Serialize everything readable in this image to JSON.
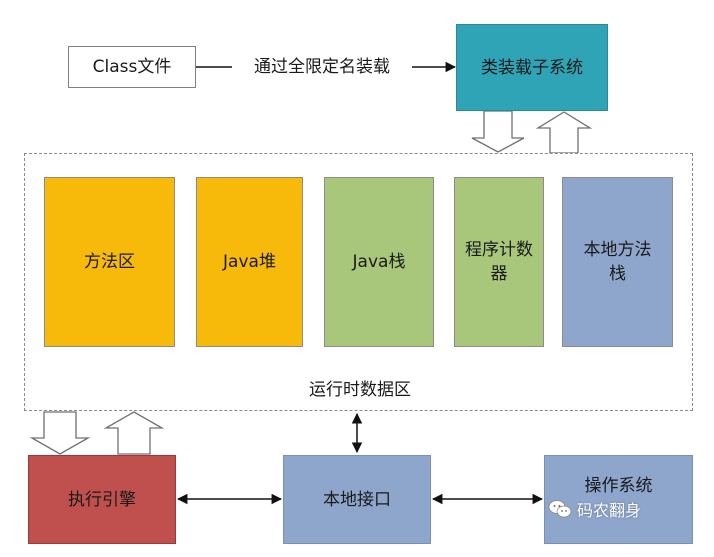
{
  "nodes": {
    "class_file": "Class文件",
    "edge_label": "通过全限定名装载",
    "class_loader": "类装载子系统",
    "runtime_area": "运行时数据区",
    "method_area": "方法区",
    "java_heap": "Java堆",
    "java_stack": "Java栈",
    "pc_counter": "程序计数器",
    "native_method_stack": "本地方法栈",
    "execution_engine": "执行引擎",
    "native_interface": "本地接口",
    "operating_system": "操作系统"
  },
  "watermark": {
    "text": "码农翻身",
    "icon": "wechat-icon"
  },
  "colors": {
    "loader": "#2fa4b6",
    "method_area": "#f7b90a",
    "java_heap": "#f7b90a",
    "java_stack": "#a9c77a",
    "pc_counter": "#a9c77a",
    "native_stack": "#8ea6cc",
    "execution_engine": "#c0504d",
    "native_interface": "#8ea6cc",
    "operating_system": "#8ea6cc"
  }
}
